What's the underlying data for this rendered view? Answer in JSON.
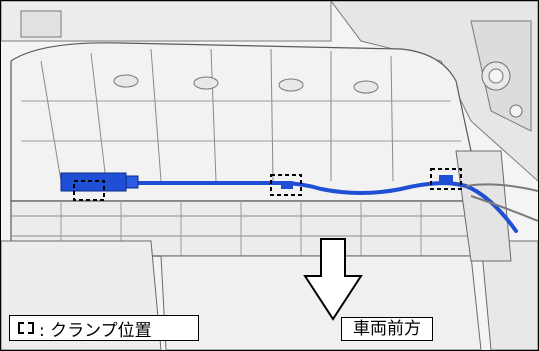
{
  "legend": {
    "symbol": "dashed-box-icon",
    "text": ": クランプ位置"
  },
  "direction": {
    "label": "車両前方",
    "icon": "down-arrow-icon"
  },
  "colors": {
    "cable": "#1f4fd4",
    "clamp_box": "#000000",
    "outline": "#5a5a5a"
  },
  "clamps": [
    "clamp-left",
    "clamp-middle",
    "clamp-right"
  ]
}
